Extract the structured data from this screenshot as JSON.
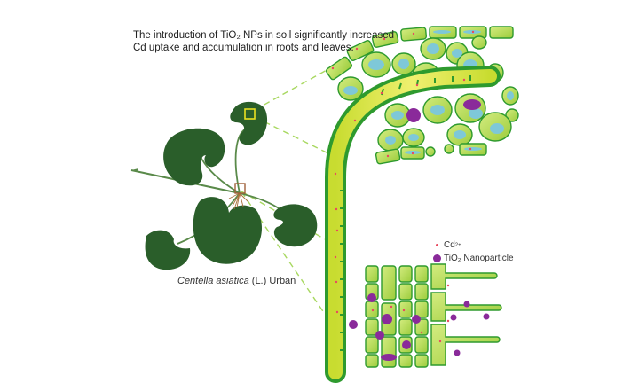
{
  "caption": {
    "line1": "The introduction of TiO₂ NPs in soil significantly increased",
    "line2": "Cd uptake and accumulation in roots and leaves."
  },
  "species": {
    "genus_species": "Centella asiatica",
    "authority": " (L.) Urban"
  },
  "legend": {
    "items": [
      {
        "label": "Cd",
        "superscript": "2+",
        "color": "#e84a5f",
        "symbol": "small-dot"
      },
      {
        "label": "TiO₂ Nanoparticle",
        "color": "#8a2a9a",
        "symbol": "large-dot"
      }
    ]
  },
  "colors": {
    "leaf": "#2a5e2a",
    "cell_fill": "#b8dc5a",
    "cell_border": "#2e9a2e",
    "vacuole": "#7ec8d8",
    "vessel": "#e0ea4a",
    "cd_ion": "#e84a5f",
    "tio2": "#8a2a9a",
    "zoom_leaf_box": "#e8e020",
    "zoom_root_box": "#a0603a",
    "guide_line": "#a8d860"
  }
}
